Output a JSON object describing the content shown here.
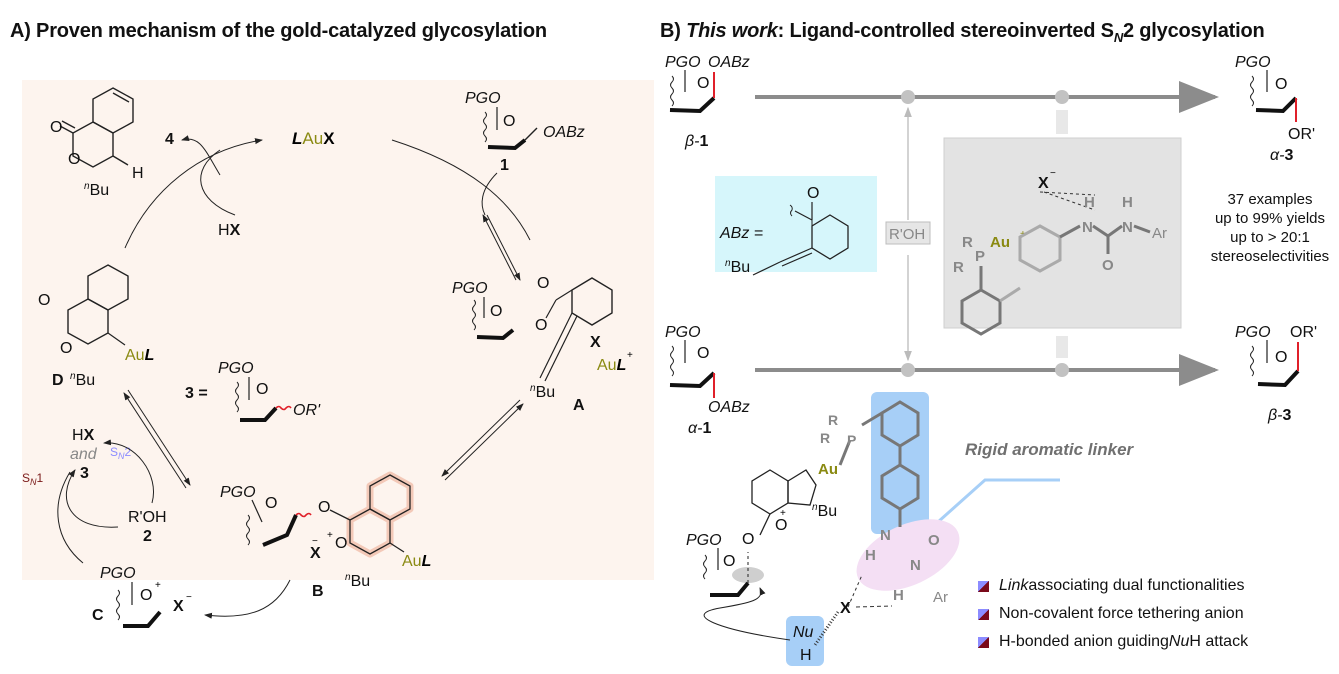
{
  "titles": {
    "panel_a": "A) Proven mechanism of the gold-catalyzed glycosylation",
    "panel_b_prefix": "B) ",
    "panel_b_italic": "This work",
    "panel_b_rest": ": Ligand-controlled stereoinverted S",
    "panel_b_sub": "N",
    "panel_b_end": "2 glycosylation"
  },
  "panel_a": {
    "catalyst_label": {
      "pre": "L",
      "metal": "Au",
      "post": "X"
    },
    "byproduct_label": "4",
    "hx_label": "HX",
    "substrate": {
      "pgo": "PGO",
      "group": "OABz",
      "number": "1"
    },
    "intermediate_a": {
      "pgo": "PGO",
      "anion": "X",
      "gold": "Au",
      "ligand": "L",
      "butyl": "nBu",
      "label": "A"
    },
    "intermediate_b": {
      "pgo": "PGO",
      "anion": "X",
      "gold": "Au",
      "ligand": "L",
      "butyl": "nBu",
      "label": "B"
    },
    "intermediate_c": {
      "pgo": "PGO",
      "anion": "X",
      "label": "C"
    },
    "intermediate_d": {
      "gold": "Au",
      "ligand": "L",
      "butyl": "nBu",
      "label": "D"
    },
    "isocoumarin": {
      "butyl": "nBu",
      "h": "H"
    },
    "product_def": {
      "label": "3 =",
      "pgo": "PGO",
      "group": "OR'"
    },
    "products_text": {
      "hx": "HX",
      "and": "and",
      "three": "3"
    },
    "alcohol": {
      "name": "R'OH",
      "number": "2"
    },
    "sn1_label": "SN1",
    "sn2_label": "SN2",
    "colors": {
      "background": "#fdf4ee",
      "gold": "#8a8a12",
      "sn1": "#7a1a1a",
      "sn2": "#8c8cff",
      "highlight": "#f3c9b8"
    }
  },
  "panel_b": {
    "beta1": {
      "pgo": "PGO",
      "group": "OABz",
      "label_greek": "β",
      "label_num": "1"
    },
    "alpha1": {
      "pgo": "PGO",
      "group": "OABz",
      "label_greek": "α",
      "label_num": "1"
    },
    "alpha3": {
      "pgo": "PGO",
      "group": "OR'",
      "label_greek": "α",
      "label_num": "3"
    },
    "beta3": {
      "pgo": "PGO",
      "group": "OR'",
      "label_greek": "β",
      "label_num": "3"
    },
    "abz_definition": {
      "label": "ABz =",
      "butyl": "nBu"
    },
    "nucleophile_box": "R'OH",
    "ligand": {
      "r": "R",
      "p": "P",
      "gold": "Au",
      "anion": "X",
      "h": "H",
      "n": "N",
      "o": "O",
      "ar": "Ar"
    },
    "stats": [
      "37 examples",
      "up to 99% yields",
      "up to > 20:1",
      "stereoselectivities"
    ],
    "linker_label": "Rigid aromatic linker",
    "transition_state": {
      "pgo": "PGO",
      "gold": "Au",
      "butyl": "nBu",
      "nu": "Nu",
      "h": "H",
      "x": "X",
      "ar": "Ar",
      "r": "R",
      "p": "P"
    },
    "bullets": [
      {
        "italic": "Link",
        "text": " associating dual functionalities"
      },
      {
        "italic": "",
        "text": "Non-covalent force tethering anion"
      },
      {
        "italic": "",
        "text": "H-bonded anion guiding ",
        "italic2": "Nu",
        "text2": "H attack"
      }
    ],
    "colors": {
      "track": "#8c8c8c",
      "ligand_box": "#e3e3e3",
      "abz_box": "#d6f6fb",
      "linker_box": "#a7cff7",
      "urea_oval": "#f4dff4",
      "red_bond": "#e0202a"
    }
  }
}
